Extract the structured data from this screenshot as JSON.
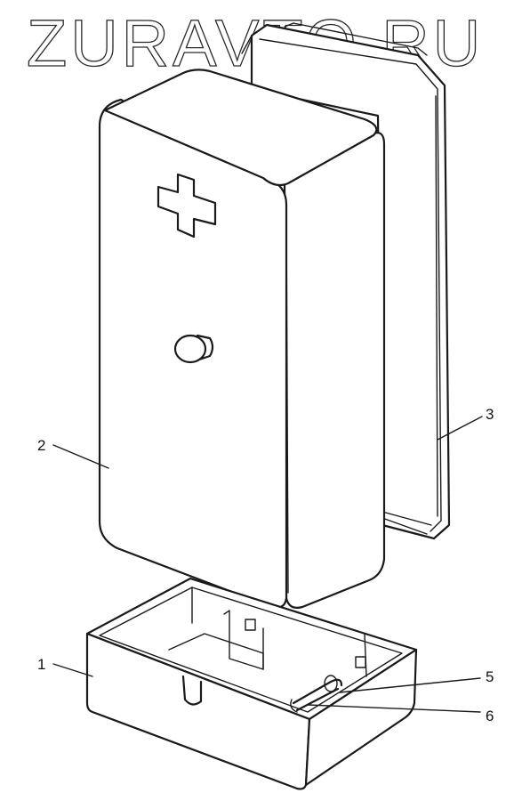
{
  "watermark": "ZURAVTO.RU",
  "callouts": [
    {
      "id": "1",
      "label": "1"
    },
    {
      "id": "2",
      "label": "2"
    },
    {
      "id": "3",
      "label": "3"
    },
    {
      "id": "5",
      "label": "5"
    },
    {
      "id": "6",
      "label": "6"
    }
  ],
  "colors": {
    "ink": "#1a1a1a",
    "background": "#ffffff"
  }
}
